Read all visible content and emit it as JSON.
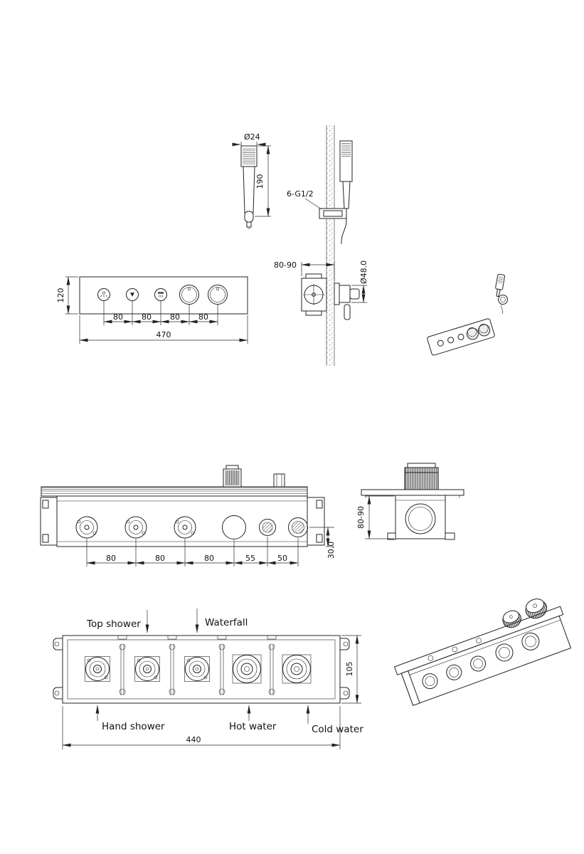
{
  "page": {
    "background": "#ffffff",
    "line_color": "#232323"
  },
  "drawing": {
    "hand_shower_view": {
      "head_diameter": "Ø24",
      "head_length": "190"
    },
    "wall_section_view": {
      "outlet_thread": "6-G1/2",
      "mounting_depth": "80-90",
      "trim_hole_diameter": "Ø48.0"
    },
    "trim_plate_view": {
      "plate_height": "120",
      "port_spacings": [
        "80",
        "80",
        "80",
        "80"
      ],
      "plate_width": "470"
    },
    "valve_front_view": {
      "port_spacings": [
        "80",
        "80",
        "80",
        "55",
        "50"
      ],
      "center_to_bottom": "30.0"
    },
    "valve_side_view": {
      "mounting_depth": "80-90"
    },
    "rough_in_view": {
      "top_shower_label": "Top shower",
      "waterfall_label": "Waterfall",
      "hand_shower_label": "Hand shower",
      "hot_water_label": "Hot water",
      "cold_water_label": "Cold water",
      "body_height": "105",
      "body_width": "440"
    }
  }
}
